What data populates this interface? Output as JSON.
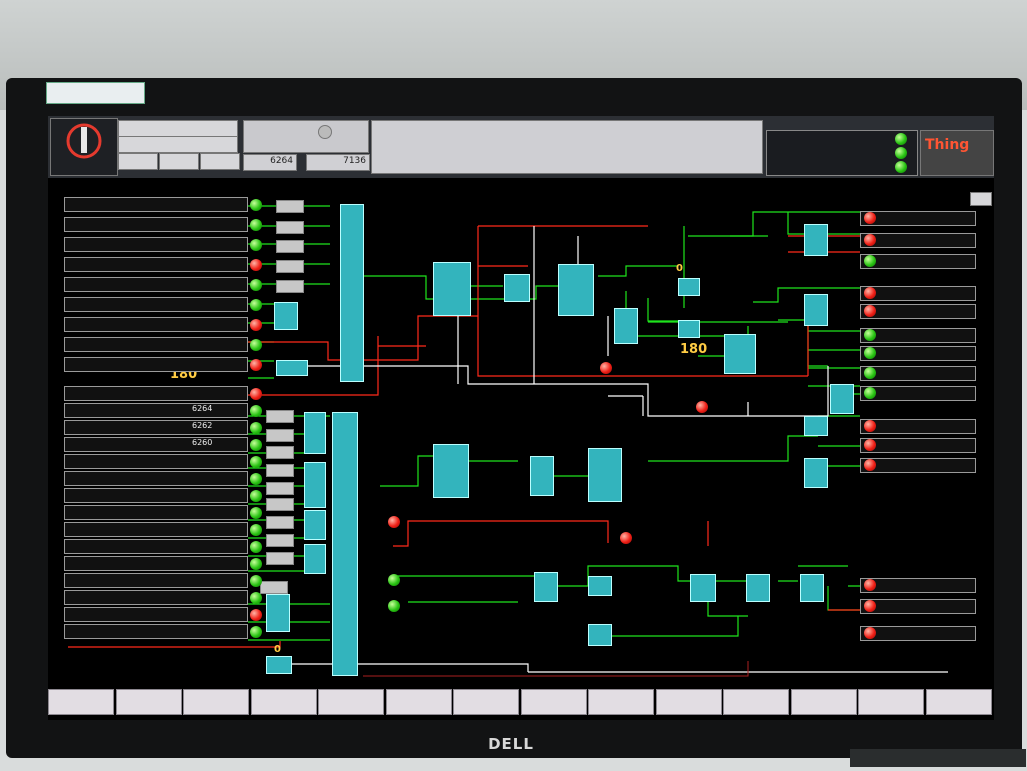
{
  "screen": {
    "title": "",
    "header": {
      "company": "",
      "system_name": "",
      "comm_status": "",
      "net_status": "",
      "field1": "6264",
      "field2": "7136",
      "status_text": "",
      "system_status": "",
      "brand": "Thing"
    },
    "timers": {
      "left": "180",
      "right": "180",
      "zero1": "0",
      "zero2": "0"
    },
    "inputs": [
      {
        "label": "",
        "value": "",
        "led": "green"
      },
      {
        "label": "",
        "value": "",
        "led": "green"
      },
      {
        "label": "",
        "value": "",
        "led": "green"
      },
      {
        "label": "",
        "value": "",
        "led": "red"
      },
      {
        "label": "",
        "value": "",
        "led": "green"
      },
      {
        "label": "",
        "value": "",
        "led": "green"
      },
      {
        "label": "",
        "value": "",
        "led": "red"
      },
      {
        "label": "",
        "value": "",
        "led": "green"
      },
      {
        "label": "",
        "value": "",
        "led": "red"
      }
    ],
    "inputs2": [
      {
        "label": "",
        "value": "",
        "led": "red"
      },
      {
        "label": "",
        "value": "6264",
        "led": "green"
      },
      {
        "label": "",
        "value": "6262",
        "led": "green"
      },
      {
        "label": "",
        "value": "6260",
        "led": "green"
      },
      {
        "label": "",
        "value": "",
        "led": "green"
      },
      {
        "label": "",
        "value": "",
        "led": "green"
      },
      {
        "label": "",
        "value": "",
        "led": "green"
      },
      {
        "label": "",
        "value": "",
        "led": "green"
      },
      {
        "label": "",
        "value": "",
        "led": "green"
      },
      {
        "label": "",
        "value": "",
        "led": "green"
      },
      {
        "label": "",
        "value": "",
        "led": "green"
      },
      {
        "label": "",
        "value": "",
        "led": "green"
      },
      {
        "label": "",
        "value": "",
        "led": "green"
      },
      {
        "label": "",
        "value": "",
        "led": "red"
      },
      {
        "label": "",
        "value": "",
        "led": "green"
      }
    ],
    "outputs": [
      {
        "label": "",
        "led": "red"
      },
      {
        "label": "",
        "led": "red"
      },
      {
        "label": "",
        "led": "green"
      },
      {
        "label": "",
        "led": "red"
      },
      {
        "label": "",
        "led": "red"
      },
      {
        "label": "",
        "led": "green"
      },
      {
        "label": "",
        "led": "green"
      },
      {
        "label": "",
        "led": "green"
      },
      {
        "label": "",
        "led": "green"
      },
      {
        "label": "",
        "led": "red"
      },
      {
        "label": "",
        "led": "red"
      },
      {
        "label": "",
        "led": "red"
      },
      {
        "label": "",
        "led": "red"
      },
      {
        "label": "",
        "led": "red"
      },
      {
        "label": "",
        "led": "red"
      }
    ],
    "nav": [
      "",
      "",
      "",
      "",
      "",
      "",
      "",
      "",
      "",
      "",
      "",
      "",
      "",
      ""
    ]
  },
  "monitor_brand": "DELL",
  "watermark": ""
}
